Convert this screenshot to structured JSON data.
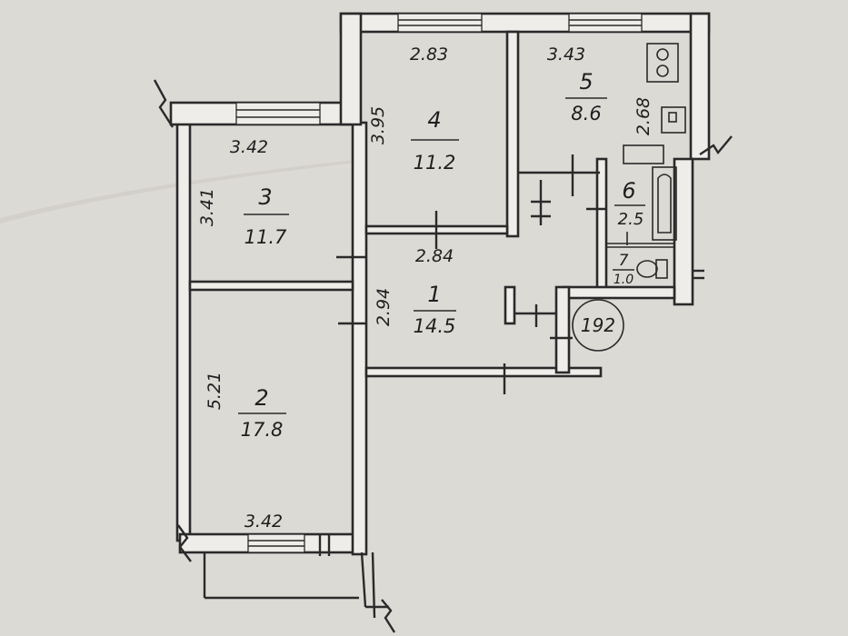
{
  "rooms": [
    {
      "id": "r1",
      "number": "1",
      "area": "14.5"
    },
    {
      "id": "r2",
      "number": "2",
      "area": "17.8"
    },
    {
      "id": "r3",
      "number": "3",
      "area": "11.7"
    },
    {
      "id": "r4",
      "number": "4",
      "area": "11.2"
    },
    {
      "id": "r5",
      "number": "5",
      "area": "8.6"
    },
    {
      "id": "r6",
      "number": "6",
      "area": "2.5"
    },
    {
      "id": "r7",
      "number": "7",
      "area": "1.0"
    }
  ],
  "dimensions": {
    "r4_width": "2.83",
    "r4_height": "3.95",
    "r5_width": "3.43",
    "r5_height": "2.68",
    "r3_width": "3.42",
    "r3_height": "3.41",
    "r1_width": "2.84",
    "r1_height": "2.94",
    "r2_height": "5.21",
    "r2_width": "3.42"
  },
  "apartment_number": "192"
}
